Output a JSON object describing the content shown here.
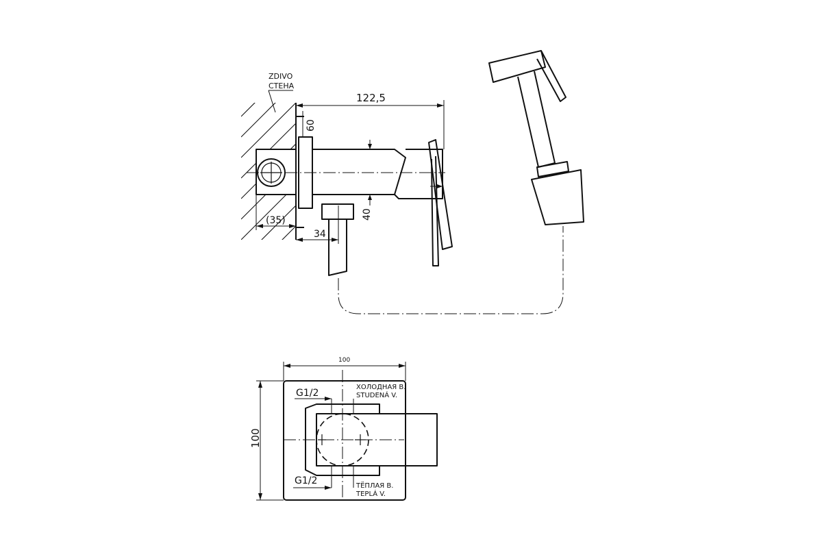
{
  "side_view": {
    "wall_label_1": "ZDIVO",
    "wall_label_2": "СТЕНА",
    "dim_total": "122,5",
    "dim_plate": "60",
    "dim_outlet_height": "40",
    "dim_outlet_offset": "34",
    "dim_wall_depth": "(35)"
  },
  "front_view": {
    "dim_width": "100",
    "dim_height": "100",
    "thread_top": "G1/2",
    "thread_bottom": "G1/2",
    "cold_ru": "ХОЛОДНАЯ В.",
    "cold_cz": "STUDENÁ V.",
    "warm_ru": "ТЁПЛАЯ В.",
    "warm_cz": "TEPLÁ V."
  }
}
